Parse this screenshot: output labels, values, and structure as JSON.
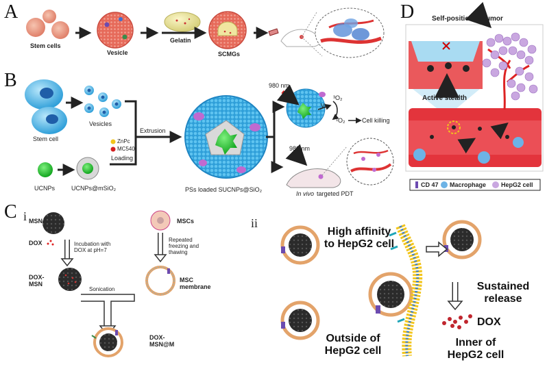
{
  "panels": {
    "A": {
      "letter": "A",
      "labels": {
        "stem_cells": "Stem cells",
        "vesicle": "Vesicle",
        "gelatin": "Gelatin",
        "scmgs": "SCMGs"
      }
    },
    "B": {
      "letter": "B",
      "labels": {
        "stem_cell": "Stem cell",
        "vesicles": "Vesicles",
        "extrusion": "Extrusion",
        "zinc": "ZnPc",
        "mc540": "MC540",
        "loading": "Loading",
        "ucnps": "UCNPs",
        "ucnps_msio2": "UCNPs@mSiO₂",
        "ps_loaded": "PSs loaded SUCNPs@SiO₂",
        "nm980_top": "980 nm",
        "vis": "Vis",
        "o2_triplet": "³O₂",
        "o2_singlet": "¹O₂",
        "cell_killing": "Cell killing",
        "nm980_bottom": "980 nm",
        "in_vivo": "In vivo",
        "targeted_pdt": "targeted PDT"
      }
    },
    "C": {
      "letter": "C",
      "sub_i": "i",
      "sub_ii": "ii",
      "labels_i": {
        "msn": "MSN",
        "dox": "DOX",
        "incubation": "Incubation with DOX at pH=7",
        "dox_msn": "DOX-MSN",
        "sonication": "Sonication",
        "mscs": "MSCs",
        "freeze": "Repeated freezing and thawing",
        "msc_membrane": "MSC membrane",
        "dox_msn_m": "DOX-MSN@M"
      },
      "labels_ii": {
        "high_affinity": "High affinity to HepG2 cell",
        "outside": "Outside of HepG2 cell",
        "sustained": "Sustained release",
        "dox": "DOX",
        "inner": "Inner of HepG2 cell"
      }
    },
    "D": {
      "letter": "D",
      "self_position": "Self-position to tumor",
      "active_stealth": "Active stealth",
      "legend": [
        {
          "icon": "cd47-icon",
          "label": "CD 47"
        },
        {
          "icon": "macrophage-icon",
          "label": "Macrophage"
        },
        {
          "icon": "hepg2-cell-icon",
          "label": "HepG2 cell"
        }
      ]
    }
  },
  "colors": {
    "vessel": "#e8474a",
    "sphere_blue": "#3fb4e8",
    "nucleus": "#2a6fb3",
    "arrow": "#222222",
    "tumor": "#c9a7e0",
    "dox_red": "#c0262e"
  }
}
